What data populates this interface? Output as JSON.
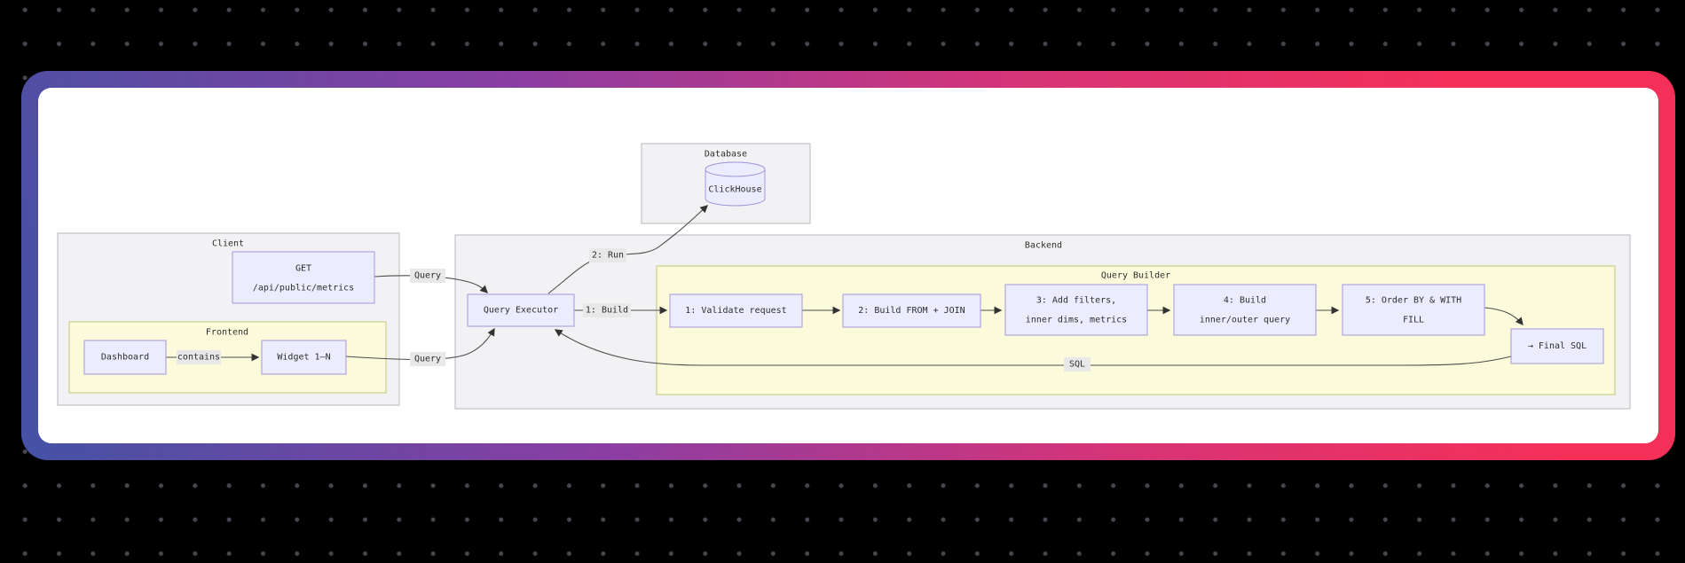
{
  "background": {
    "color": "#000000",
    "dot_color": "#46464e"
  },
  "card": {
    "gradient_start": "#4452a5",
    "gradient_mid": "#8c3ea2",
    "gradient_end": "#f43059",
    "fill": "#ffffff"
  },
  "clusters": {
    "database": {
      "label": "Database"
    },
    "client": {
      "label": "Client"
    },
    "frontend": {
      "label": "Frontend"
    },
    "backend": {
      "label": "Backend"
    },
    "query_builder": {
      "label": "Query Builder"
    }
  },
  "nodes": {
    "clickhouse": {
      "label": "ClickHouse"
    },
    "get_endpoint": {
      "line1": "GET",
      "line2": "/api/public/metrics"
    },
    "dashboard": {
      "label": "Dashboard"
    },
    "widget": {
      "label": "Widget 1–N"
    },
    "query_executor": {
      "label": "Query Executor"
    },
    "step1": {
      "label": "1: Validate request"
    },
    "step2": {
      "label": "2: Build FROM + JOIN"
    },
    "step3": {
      "line1": "3: Add filters,",
      "line2": "inner dims, metrics"
    },
    "step4": {
      "line1": "4: Build",
      "line2": "inner/outer query"
    },
    "step5": {
      "line1": "5: Order BY & WITH",
      "line2": "FILL"
    },
    "final_sql": {
      "label": "→ Final SQL"
    }
  },
  "edge_labels": {
    "contains": "contains",
    "query_top": "Query",
    "query_bottom": "Query",
    "build": "1: Build",
    "run": "2: Run",
    "sql": "SQL"
  },
  "colors": {
    "node_fill": "#ececff",
    "node_stroke": "#a495dc",
    "cluster_gray_fill": "#f2f2f4",
    "cluster_yellow_fill": "#fbfbdc",
    "edge_stroke": "#4d4d4d",
    "edge_label_bg": "#e8e8e8",
    "text": "#2e2e2e"
  }
}
